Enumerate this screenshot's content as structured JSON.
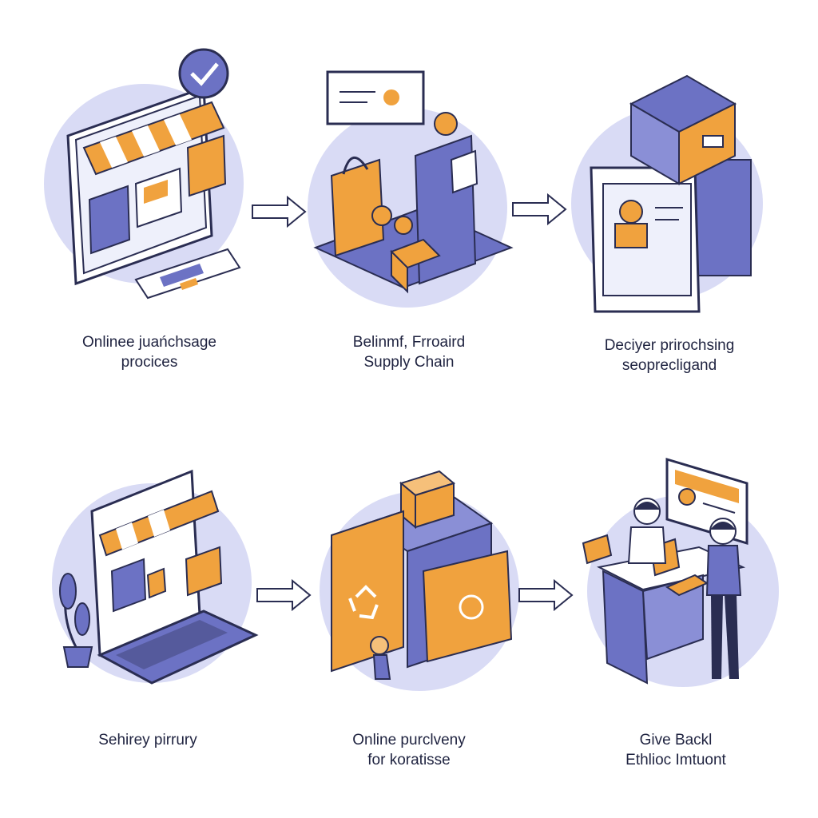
{
  "colors": {
    "accent": "#f0a23e",
    "indigo": "#6c72c4",
    "indigo_light": "#d9dbf5",
    "outline": "#2a2d52"
  },
  "steps": [
    {
      "line1": "Onlinee juańchsage",
      "line2": "procices",
      "icon": "storefront-monitor-icon"
    },
    {
      "line1": "Belinmf, Frroaird",
      "line2": "Supply Chain",
      "icon": "supply-chain-icon"
    },
    {
      "line1": "Deciyer prirochsing",
      "line2": "seoprecligand",
      "icon": "delivery-box-screen-icon"
    },
    {
      "line1": "Sehirey pirrury",
      "line2": "",
      "icon": "laptop-shop-icon"
    },
    {
      "line1": "Online purclveny",
      "line2": "for koratisse",
      "icon": "recycle-boxes-icon"
    },
    {
      "line1": "Give Backl",
      "line2": "Ethlioc Imtuont",
      "icon": "customer-service-desk-icon"
    }
  ]
}
